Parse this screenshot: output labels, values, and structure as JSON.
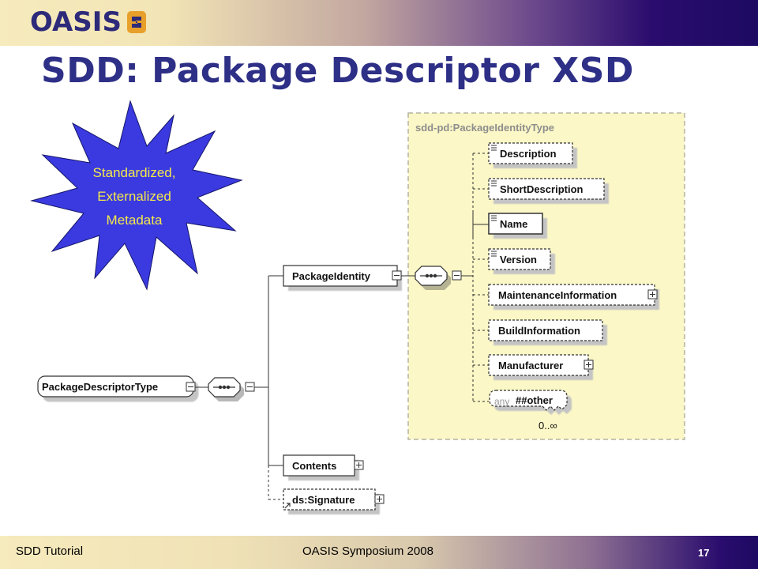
{
  "header": {
    "logo_text": "OASIS",
    "title": "SDD: Package Descriptor XSD"
  },
  "callout": {
    "lines": [
      "Standardized,",
      "Externalized",
      "Metadata"
    ]
  },
  "diagram": {
    "group_label": "sdd-pd:PackageIdentityType",
    "root": "PackageDescriptorType",
    "level1": [
      "PackageIdentity",
      "Contents",
      "ds:Signature"
    ],
    "identity_children": [
      "Description",
      "ShortDescription",
      "Name",
      "Version",
      "MaintenanceInformation",
      "BuildInformation",
      "Manufacturer"
    ],
    "any_prefix": "any",
    "any_label": "##other",
    "any_cardinality": "0..∞"
  },
  "footer": {
    "left": "SDD Tutorial",
    "center": "OASIS Symposium 2008",
    "page": "17"
  },
  "colors": {
    "title": "#2e2f86",
    "group_fill": "#fbf7c6",
    "starburst": "#3a3ae0",
    "callout_text": "#f5e84a"
  }
}
